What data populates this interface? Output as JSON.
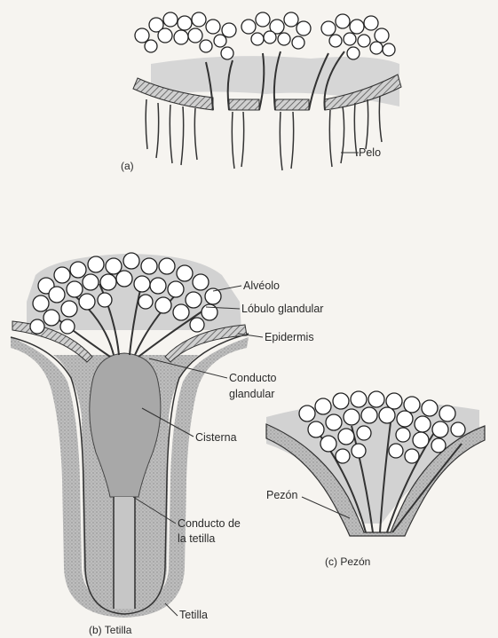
{
  "panels": {
    "a": {
      "caption": "(a)",
      "labels": {
        "hair": "Pelo"
      }
    },
    "b": {
      "caption": "(b) Tetilla",
      "labels": {
        "alveolus": "Alvéolo",
        "lobule": "Lóbulo glandular",
        "epidermis": "Epidermis",
        "duct_line1": "Conducto",
        "duct_line2": "glandular",
        "cistern": "Cisterna",
        "teat_duct_line1": "Conducto de",
        "teat_duct_line2": "la tetilla",
        "teat": "Tetilla"
      }
    },
    "c": {
      "caption": "(c) Pezón",
      "labels": {
        "nipple": "Pezón"
      }
    }
  },
  "colors": {
    "ink": "#2a2a2a",
    "tissue": "#b9b9b9",
    "gland_bg": "#d4d4d4",
    "alveolus": "#ffffff"
  }
}
